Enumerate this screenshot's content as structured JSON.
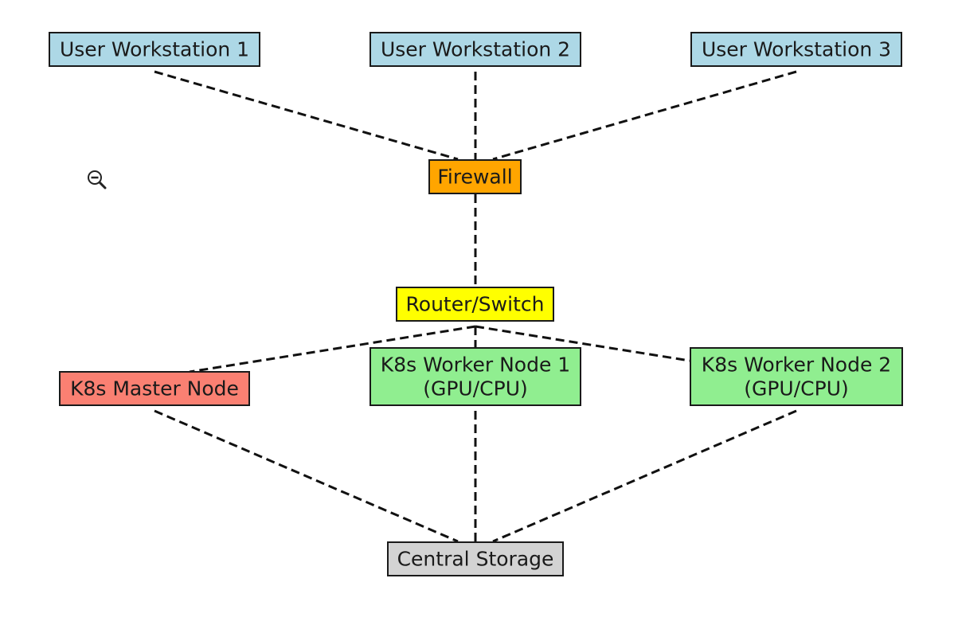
{
  "diagram": {
    "type": "network-topology",
    "nodes": [
      {
        "id": "ws1",
        "lines": [
          "User Workstation 1"
        ],
        "fill": "#add8e6"
      },
      {
        "id": "ws2",
        "lines": [
          "User Workstation 2"
        ],
        "fill": "#add8e6"
      },
      {
        "id": "ws3",
        "lines": [
          "User Workstation 3"
        ],
        "fill": "#add8e6"
      },
      {
        "id": "firewall",
        "lines": [
          "Firewall"
        ],
        "fill": "#ffa500"
      },
      {
        "id": "router",
        "lines": [
          "Router/Switch"
        ],
        "fill": "#ffff00"
      },
      {
        "id": "master",
        "lines": [
          "K8s Master Node"
        ],
        "fill": "#fa8072"
      },
      {
        "id": "worker1",
        "lines": [
          "K8s Worker Node 1",
          "(GPU/CPU)"
        ],
        "fill": "#90ee90"
      },
      {
        "id": "worker2",
        "lines": [
          "K8s Worker Node 2",
          "(GPU/CPU)"
        ],
        "fill": "#90ee90"
      },
      {
        "id": "storage",
        "lines": [
          "Central Storage"
        ],
        "fill": "#d3d3d3"
      }
    ],
    "edges": [
      {
        "from": "ws1",
        "to": "firewall"
      },
      {
        "from": "ws2",
        "to": "firewall"
      },
      {
        "from": "ws3",
        "to": "firewall"
      },
      {
        "from": "firewall",
        "to": "router"
      },
      {
        "from": "router",
        "to": "master"
      },
      {
        "from": "router",
        "to": "worker1"
      },
      {
        "from": "router",
        "to": "worker2"
      },
      {
        "from": "master",
        "to": "storage"
      },
      {
        "from": "worker1",
        "to": "storage"
      },
      {
        "from": "worker2",
        "to": "storage"
      }
    ],
    "line_style": "dashed",
    "cursor_icon": "zoom-out-icon"
  }
}
